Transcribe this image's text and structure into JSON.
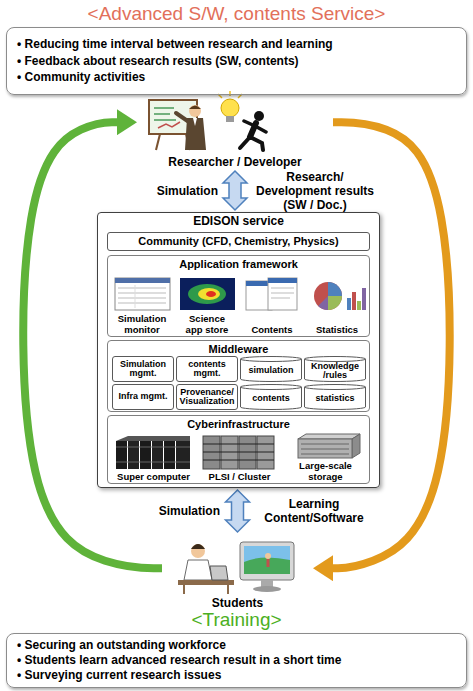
{
  "diagram": {
    "nodes": [
      {
        "text": [
          "<Advanced S/W, contents Service>",
          "• Reducing time interval between research and learning",
          "• Feedback about research results (SW, contents)",
          "• Community activities"
        ]
      },
      {
        "text": [
          "Researcher / Developer"
        ]
      },
      {
        "text": [
          "EDISON service"
        ]
      },
      {
        "text": [
          "Community (CFD, Chemistry, Physics)"
        ],
        "in": 2
      },
      {
        "text": [
          "Application framework"
        ],
        "in": 2
      },
      {
        "text": [
          "Simulation monitor"
        ],
        "in": 4
      },
      {
        "text": [
          "Science app store"
        ],
        "in": 4
      },
      {
        "text": [
          "Contents"
        ],
        "in": 4
      },
      {
        "text": [
          "Statistics"
        ],
        "in": 4
      },
      {
        "text": [
          "Middleware"
        ],
        "in": 2
      },
      {
        "text": [
          "Simulation mgmt."
        ],
        "in": 9
      },
      {
        "text": [
          "contents mgmt."
        ],
        "in": 9
      },
      {
        "text": [
          "simulation"
        ],
        "in": 9
      },
      {
        "text": [
          "Knowledge /rules"
        ],
        "in": 9
      },
      {
        "text": [
          "Infra mgmt."
        ],
        "in": 9
      },
      {
        "text": [
          "Provenance/ Visualization"
        ],
        "in": 9
      },
      {
        "text": [
          "contents"
        ],
        "in": 9
      },
      {
        "text": [
          "statistics"
        ],
        "in": 9
      },
      {
        "text": [
          "Cyberinfrastructure"
        ],
        "in": 2
      },
      {
        "text": [
          "Super computer"
        ],
        "in": 18
      },
      {
        "text": [
          "PLSI / Cluster"
        ],
        "in": 18
      },
      {
        "text": [
          "Large-scale storage"
        ],
        "in": 18
      },
      {
        "text": [
          "Students"
        ]
      },
      {
        "text": [
          "<Training>",
          "• Securing an outstanding workforce",
          "• Students learn advanced research result in a short time",
          "• Surveying current research issues"
        ]
      }
    ],
    "edges": [
      {
        "from": 1,
        "to": 2,
        "arrow": "both"
      },
      {
        "from": 2,
        "to": 22,
        "arrow": "both"
      },
      {
        "from": 22,
        "to": 1,
        "arrow": "to"
      },
      {
        "from": 1,
        "to": 22,
        "arrow": "to"
      }
    ],
    "labels": [
      "Simulation",
      "Research/ Development results (SW / Doc.)",
      "Simulation",
      "Learning Content/Software"
    ]
  }
}
